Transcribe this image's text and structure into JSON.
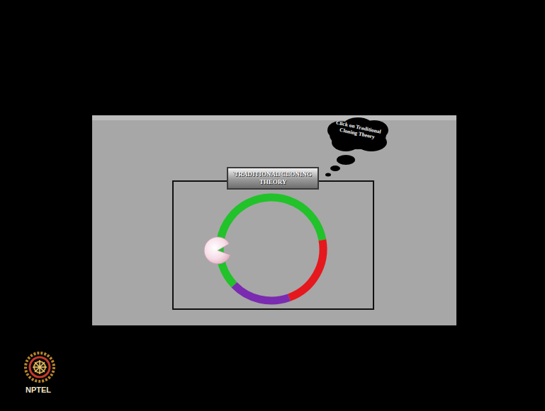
{
  "diagram": {
    "nodes": [
      {
        "text": [
          "TRADITIONAL CLONING THEORY"
        ]
      },
      {
        "text": [
          "Click on Traditional Cloning Theory"
        ]
      }
    ],
    "labels": [
      "NPTEL"
    ]
  }
}
